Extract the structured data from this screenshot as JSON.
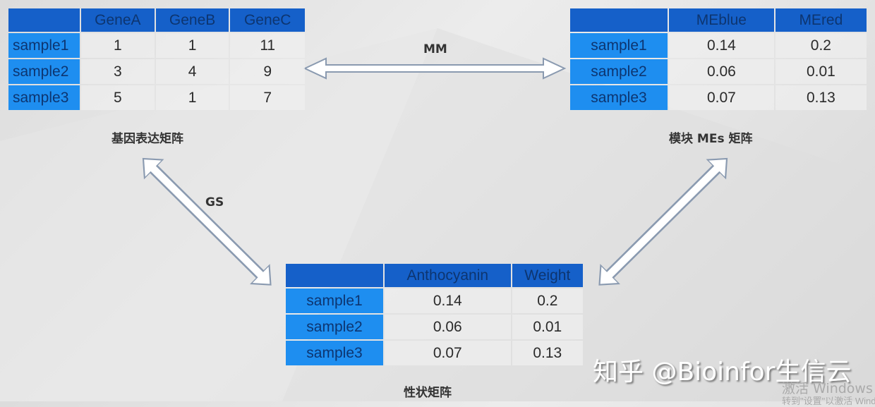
{
  "gene_matrix": {
    "label": "基因表达矩阵",
    "columns": [
      "",
      "GeneA",
      "GeneB",
      "GeneC"
    ],
    "rows": [
      [
        "sample1",
        "1",
        "1",
        "11"
      ],
      [
        "sample2",
        "3",
        "4",
        "9"
      ],
      [
        "sample3",
        "5",
        "1",
        "7"
      ]
    ]
  },
  "me_matrix": {
    "label": "模块 MEs 矩阵",
    "columns": [
      "",
      "MEblue",
      "MEred"
    ],
    "rows": [
      [
        "sample1",
        "0.14",
        "0.2"
      ],
      [
        "sample2",
        "0.06",
        "0.01"
      ],
      [
        "sample3",
        "0.07",
        "0.13"
      ]
    ]
  },
  "trait_matrix": {
    "label": "性状矩阵",
    "columns": [
      "",
      "Anthocyanin",
      "Weight"
    ],
    "rows": [
      [
        "sample1",
        "0.14",
        "0.2"
      ],
      [
        "sample2",
        "0.06",
        "0.01"
      ],
      [
        "sample3",
        "0.07",
        "0.13"
      ]
    ]
  },
  "arrows": {
    "mm": "MM",
    "gs": "GS"
  },
  "watermark": "知乎 @Bioinfor生信云",
  "windows_notice": {
    "line1": "激活 Windows",
    "line2": "转到\"设置\"以激活 Windows"
  },
  "colors": {
    "header": "#1560c9",
    "row_header": "#1e8ef0"
  }
}
